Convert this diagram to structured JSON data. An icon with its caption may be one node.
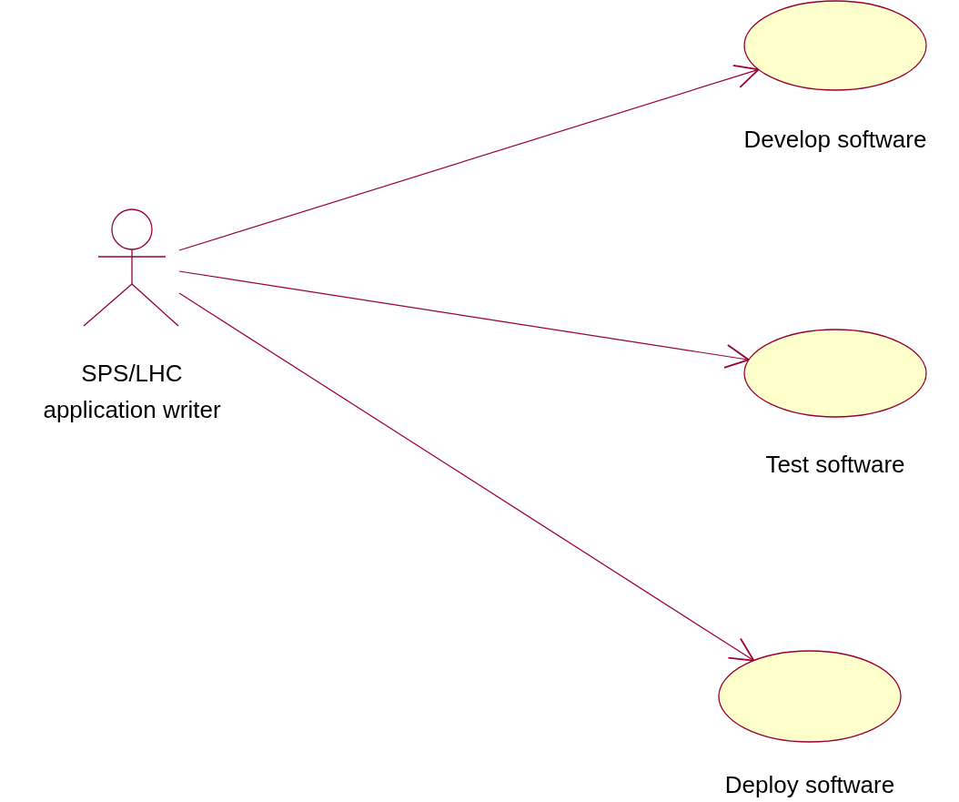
{
  "diagram": {
    "nodes": [
      {
        "text": [
          "SPS/LHC application writer"
        ]
      },
      {
        "text": [
          "Develop software"
        ]
      },
      {
        "text": [
          "Test software"
        ]
      },
      {
        "text": [
          "Deploy software"
        ]
      }
    ],
    "edges": [
      {
        "from": 0,
        "to": 1,
        "arrow": "to"
      },
      {
        "from": 0,
        "to": 2,
        "arrow": "to"
      },
      {
        "from": 0,
        "to": 3,
        "arrow": "to"
      }
    ]
  }
}
